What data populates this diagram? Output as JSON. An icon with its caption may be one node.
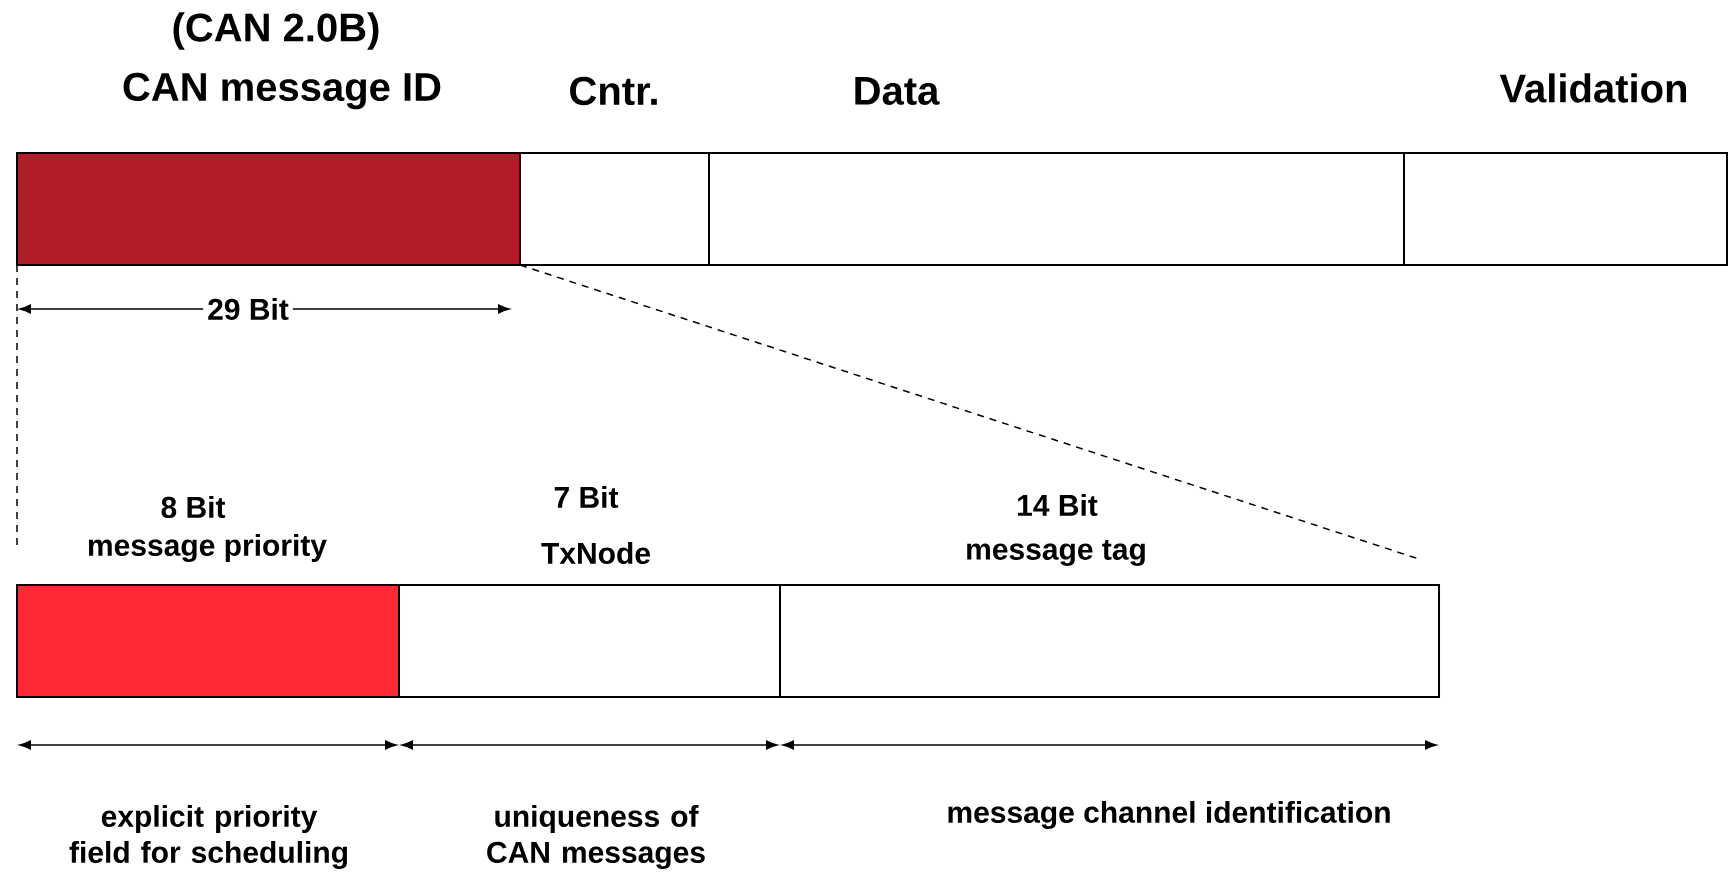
{
  "diagram": {
    "nodes": [
      {
        "text": [
          "(CAN 2.0B)",
          "CAN message ID"
        ]
      },
      {
        "text": [
          "Cntr."
        ]
      },
      {
        "text": [
          "Data"
        ]
      },
      {
        "text": [
          "Validation"
        ]
      },
      {
        "text": [
          "8 Bit",
          "message priority"
        ]
      },
      {
        "text": [
          "7 Bit",
          "TxNode"
        ]
      },
      {
        "text": [
          "14 Bit",
          "message tag"
        ]
      }
    ],
    "labels": [
      "29 Bit",
      "explicit priority field for scheduling",
      "uniqueness of CAN messages",
      "message channel identification"
    ]
  }
}
